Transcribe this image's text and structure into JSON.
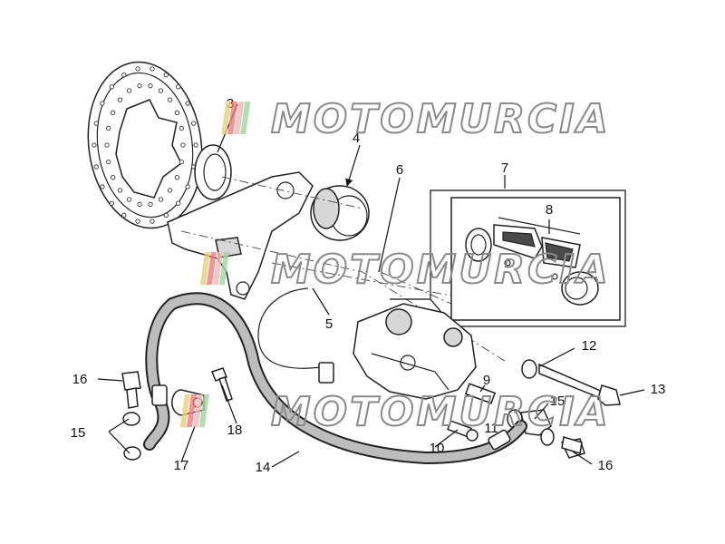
{
  "diagram": {
    "watermark": "MOTOMURCIA",
    "stripe_colors": [
      "#e3d27a",
      "#f07a7a",
      "#f3b8b8",
      "#9fd79f"
    ],
    "labels": [
      "3",
      "4",
      "6",
      "7",
      "8",
      "5",
      "12",
      "13",
      "9",
      "11",
      "15",
      "10",
      "16",
      "15",
      "16",
      "17",
      "18",
      "14"
    ]
  }
}
